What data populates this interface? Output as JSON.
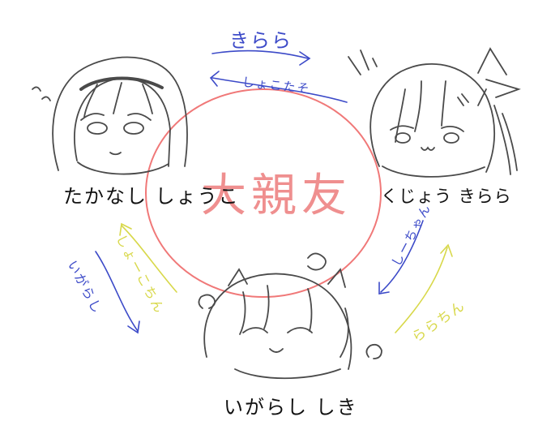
{
  "colors": {
    "background": "#ffffff",
    "sketch": "#4a4a4a",
    "circle": "#f07878",
    "title_red": "#ef8f8f",
    "blue_ink": "#3c4ac8",
    "yellow_ink": "#d8d84a"
  },
  "title": "大親友",
  "characters": {
    "shouko": {
      "name": "たかなし しょうこ"
    },
    "kirara": {
      "name": "くじょう きらら"
    },
    "shiki": {
      "name": "いがらし しき"
    }
  },
  "relations": {
    "shouko_to_kirara": "きらら",
    "kirara_to_shouko": "しょこたそ",
    "kirara_to_shiki": "しーちゃん",
    "shiki_to_kirara": "ららちん",
    "shiki_to_shouko": "しょーこちん",
    "shouko_to_shiki": "いがらし"
  }
}
